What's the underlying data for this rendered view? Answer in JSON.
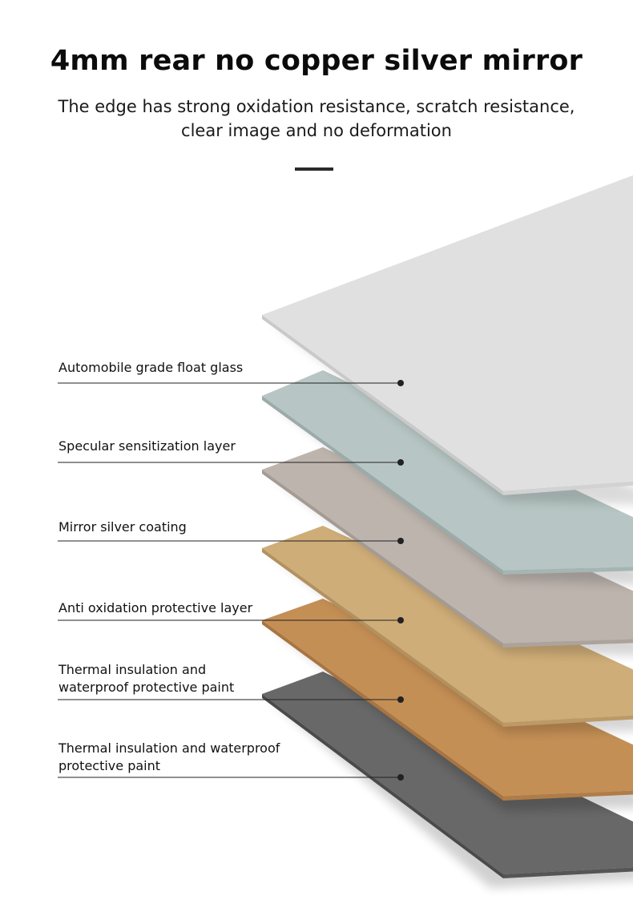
{
  "header": {
    "title": "4mm rear no copper silver mirror",
    "subtitle_line1": "The edge has strong oxidation resistance, scratch resistance,",
    "subtitle_line2": "clear image and no deformation"
  },
  "layers": [
    {
      "id": "float-glass",
      "label_lines": [
        "Automobile grade float glass"
      ],
      "color": "#e0e0e0"
    },
    {
      "id": "sensitization",
      "label_lines": [
        "Specular sensitization layer"
      ],
      "color": "#b7c6c4"
    },
    {
      "id": "silver-coating",
      "label_lines": [
        "Mirror silver coating"
      ],
      "color": "#bdb4ad"
    },
    {
      "id": "anti-oxidation",
      "label_lines": [
        "Anti oxidation protective layer"
      ],
      "color": "#cfad78"
    },
    {
      "id": "paint-1",
      "label_lines": [
        "Thermal insulation and",
        "waterproof protective paint"
      ],
      "color": "#c48f55"
    },
    {
      "id": "paint-2",
      "label_lines": [
        "Thermal insulation and waterproof",
        "protective paint"
      ],
      "color": "#686868"
    }
  ]
}
